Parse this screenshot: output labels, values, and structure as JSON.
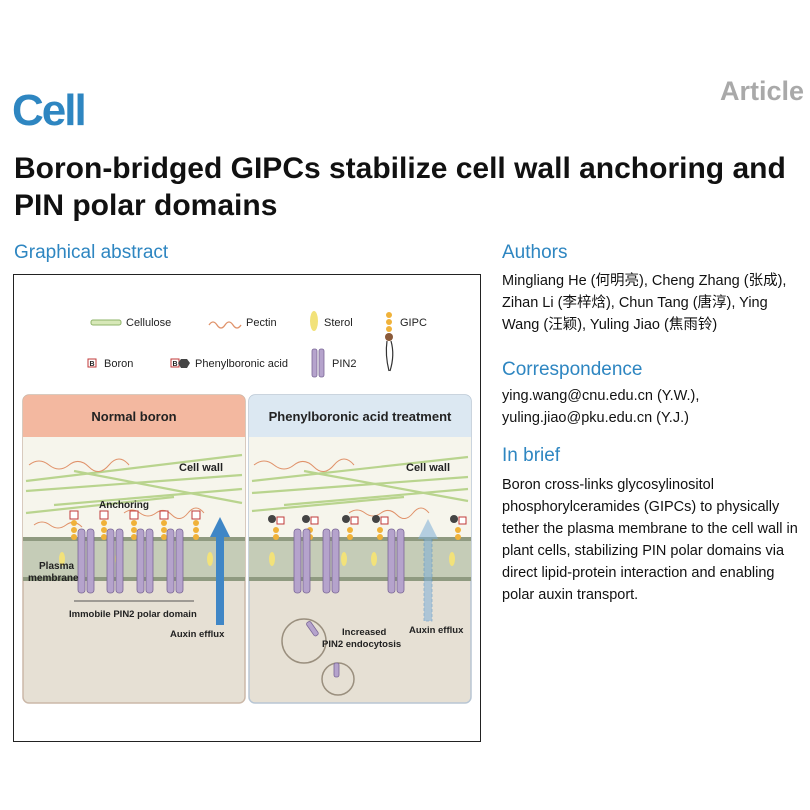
{
  "journal": "Cell",
  "article_type": "Article",
  "title": "Boron-bridged GIPCs stabilize cell wall anchoring and PIN polar domains",
  "sections": {
    "graphical_abstract": "Graphical abstract",
    "authors": "Authors",
    "correspondence": "Correspondence",
    "in_brief": "In brief"
  },
  "authors_text": "Mingliang He (何明亮), Cheng Zhang (张成), Zihan Li (李梓焓), Chun Tang (唐淳), Ying Wang (汪颖), Yuling Jiao (焦雨铃)",
  "correspondence_lines": [
    "ying.wang@cnu.edu.cn (Y.W.),",
    "yuling.jiao@pku.edu.cn (Y.J.)"
  ],
  "in_brief_text": "Boron cross-links glycosylinositol phosphorylceramides (GIPCs) to physically tether the plasma membrane to the cell wall in plant cells, stabilizing PIN polar domains via direct lipid-protein interaction and enabling polar auxin transport.",
  "legend": {
    "cellulose": "Cellulose",
    "pectin": "Pectin",
    "sterol": "Sterol",
    "gipc": "GIPC",
    "boron": "Boron",
    "phenylboronic_acid": "Phenylboronic acid",
    "pin2": "PIN2",
    "boron_mark": "B"
  },
  "panels": {
    "left": {
      "title": "Normal boron",
      "cell_wall": "Cell wall",
      "anchoring": "Anchoring",
      "plasma_membrane_1": "Plasma",
      "plasma_membrane_2": "membrane",
      "immobile": "Immobile PIN2 polar domain",
      "auxin_efflux": "Auxin efflux"
    },
    "right": {
      "title": "Phenylboronic acid treatment",
      "cell_wall": "Cell wall",
      "increased_1": "Increased",
      "increased_2": "PIN2 endocytosis",
      "auxin_efflux": "Auxin efflux"
    }
  },
  "colors": {
    "accent": "#2e86c1",
    "left_header": "#f3b8a0",
    "right_header": "#dce8f2",
    "cytoplasm": "#e6e0d4",
    "pin": "#b5a3cc",
    "sterol": "#f2e27a",
    "boron": "#c03a3a",
    "arrow": "#3f86c6"
  }
}
